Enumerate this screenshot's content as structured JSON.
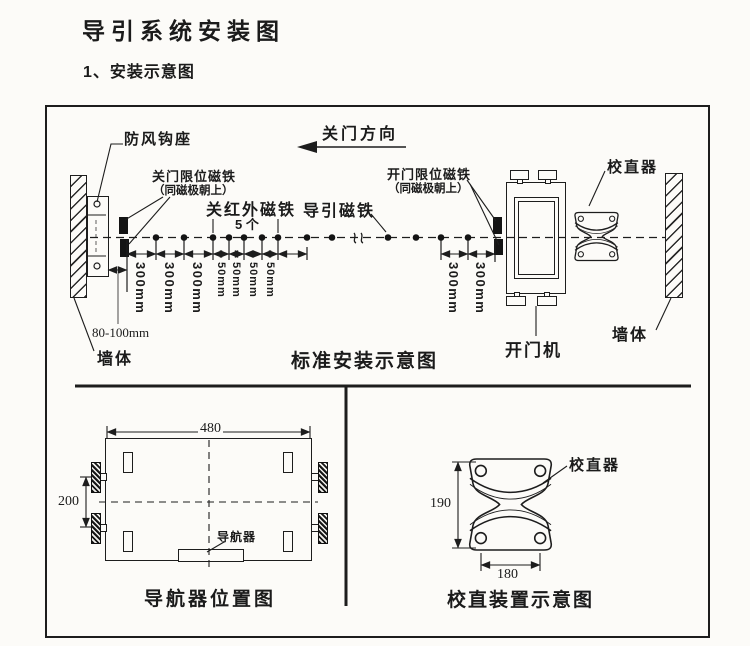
{
  "page": {
    "title": "导引系统安装图",
    "subtitle": "1、安装示意图"
  },
  "top": {
    "caption": "标准安装示意图",
    "close_direction": "关门方向",
    "windproof_hook": "防风钩座",
    "close_limit_magnet": "关门限位磁铁",
    "close_limit_note": "（同磁极朝上）",
    "close_ir_magnet": "关红外磁铁",
    "close_ir_count": "5 个",
    "guide_magnet": "导引磁铁",
    "open_limit_magnet": "开门限位磁铁",
    "open_limit_note": "（同磁极朝上）",
    "door_opener": "开门机",
    "straightener": "校直器",
    "wall_left": "墙体",
    "wall_right": "墙体",
    "wall_offset": "80-100mm",
    "dims_300_left": [
      "300mm",
      "300mm",
      "300mm"
    ],
    "dims_50": [
      "50mm",
      "50mm",
      "50mm",
      "50mm"
    ],
    "dims_300_right": [
      "300mm",
      "300mm"
    ]
  },
  "bottom_left": {
    "caption": "导航器位置图",
    "navigator": "导航器",
    "dim_width": "480",
    "dim_wheelbase": "200"
  },
  "bottom_right": {
    "caption": "校直装置示意图",
    "straightener": "校直器",
    "dim_height": "190",
    "dim_width": "180"
  }
}
